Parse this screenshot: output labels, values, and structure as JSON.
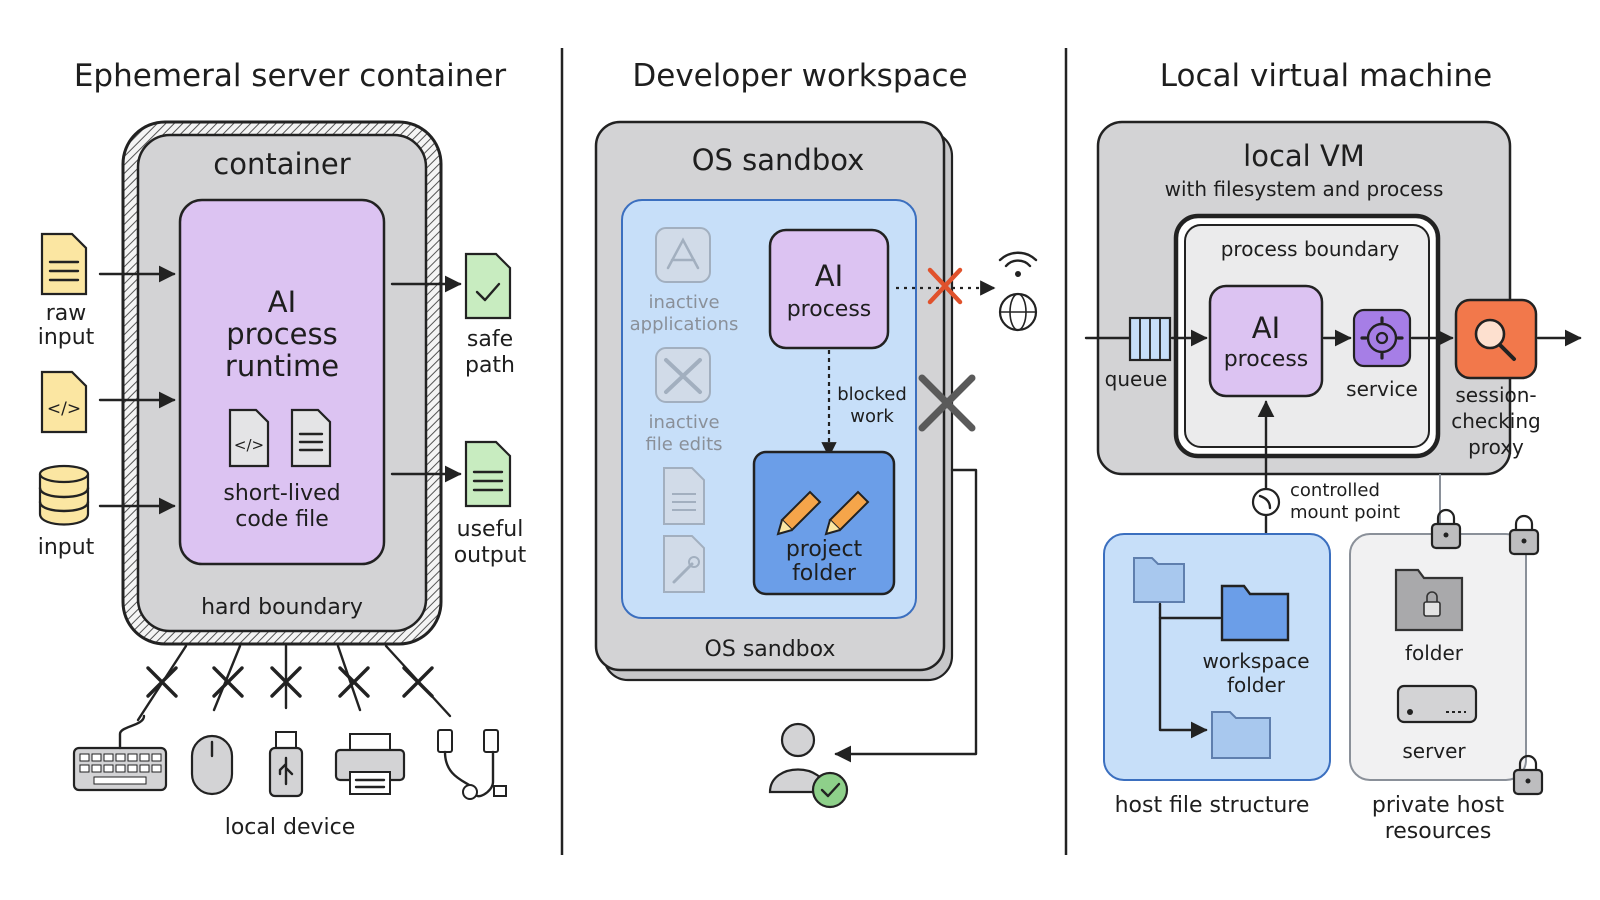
{
  "panels": [
    {
      "title": "Ephemeral server container",
      "container_label": "container",
      "runtime_label": [
        "AI",
        "process",
        "runtime"
      ],
      "code_file_label": [
        "short-lived",
        "code file"
      ],
      "boundary_label": "hard boundary",
      "inputs": [
        {
          "icon": "document-icon",
          "label": [
            "raw",
            "input"
          ]
        },
        {
          "icon": "code-file-icon",
          "label": []
        },
        {
          "icon": "database-icon",
          "label": [
            "input"
          ]
        }
      ],
      "outputs": [
        {
          "icon": "checked-document-icon",
          "label": [
            "safe",
            "path"
          ]
        },
        {
          "icon": "document-icon",
          "label": [
            "useful",
            "output"
          ]
        }
      ],
      "devices": [
        "keyboard-icon",
        "mouse-icon",
        "usb-drive-icon",
        "printer-icon",
        "usb-cable-icon"
      ],
      "devices_label": "local device"
    },
    {
      "title": "Developer workspace",
      "sandbox_label": "OS sandbox",
      "sandbox_bottom_label": "OS sandbox",
      "inactive_apps_label": [
        "inactive",
        "applications"
      ],
      "inactive_edits_label": [
        "inactive",
        "file edits"
      ],
      "ai_label": [
        "AI",
        "process"
      ],
      "blocked_label": [
        "blocked",
        "work"
      ],
      "folder_label": [
        "project",
        "folder"
      ]
    },
    {
      "title": "Local virtual machine",
      "vm_label": "local VM",
      "vm_sub": "with filesystem and process",
      "boundary_label": "process boundary",
      "queue_label": "queue",
      "ai_label": [
        "AI",
        "process"
      ],
      "service_label": "service",
      "proxy_label": [
        "session-",
        "checking",
        "proxy"
      ],
      "mount_label": [
        "controlled",
        "mount point"
      ],
      "host_label": "host file structure",
      "workspace_label": [
        "workspace",
        "folder"
      ],
      "folder_label": "folder",
      "server_label": "server",
      "private_label": [
        "private host",
        "resources"
      ]
    }
  ],
  "colors": {
    "purple": "#dcc3f2",
    "gray": "#d3d3d5",
    "blue_light": "#c7dff9",
    "blue": "#6b9ee8",
    "orange": "#f2784b",
    "yellow": "#fbe6a2",
    "green": "#c8ecc0"
  }
}
